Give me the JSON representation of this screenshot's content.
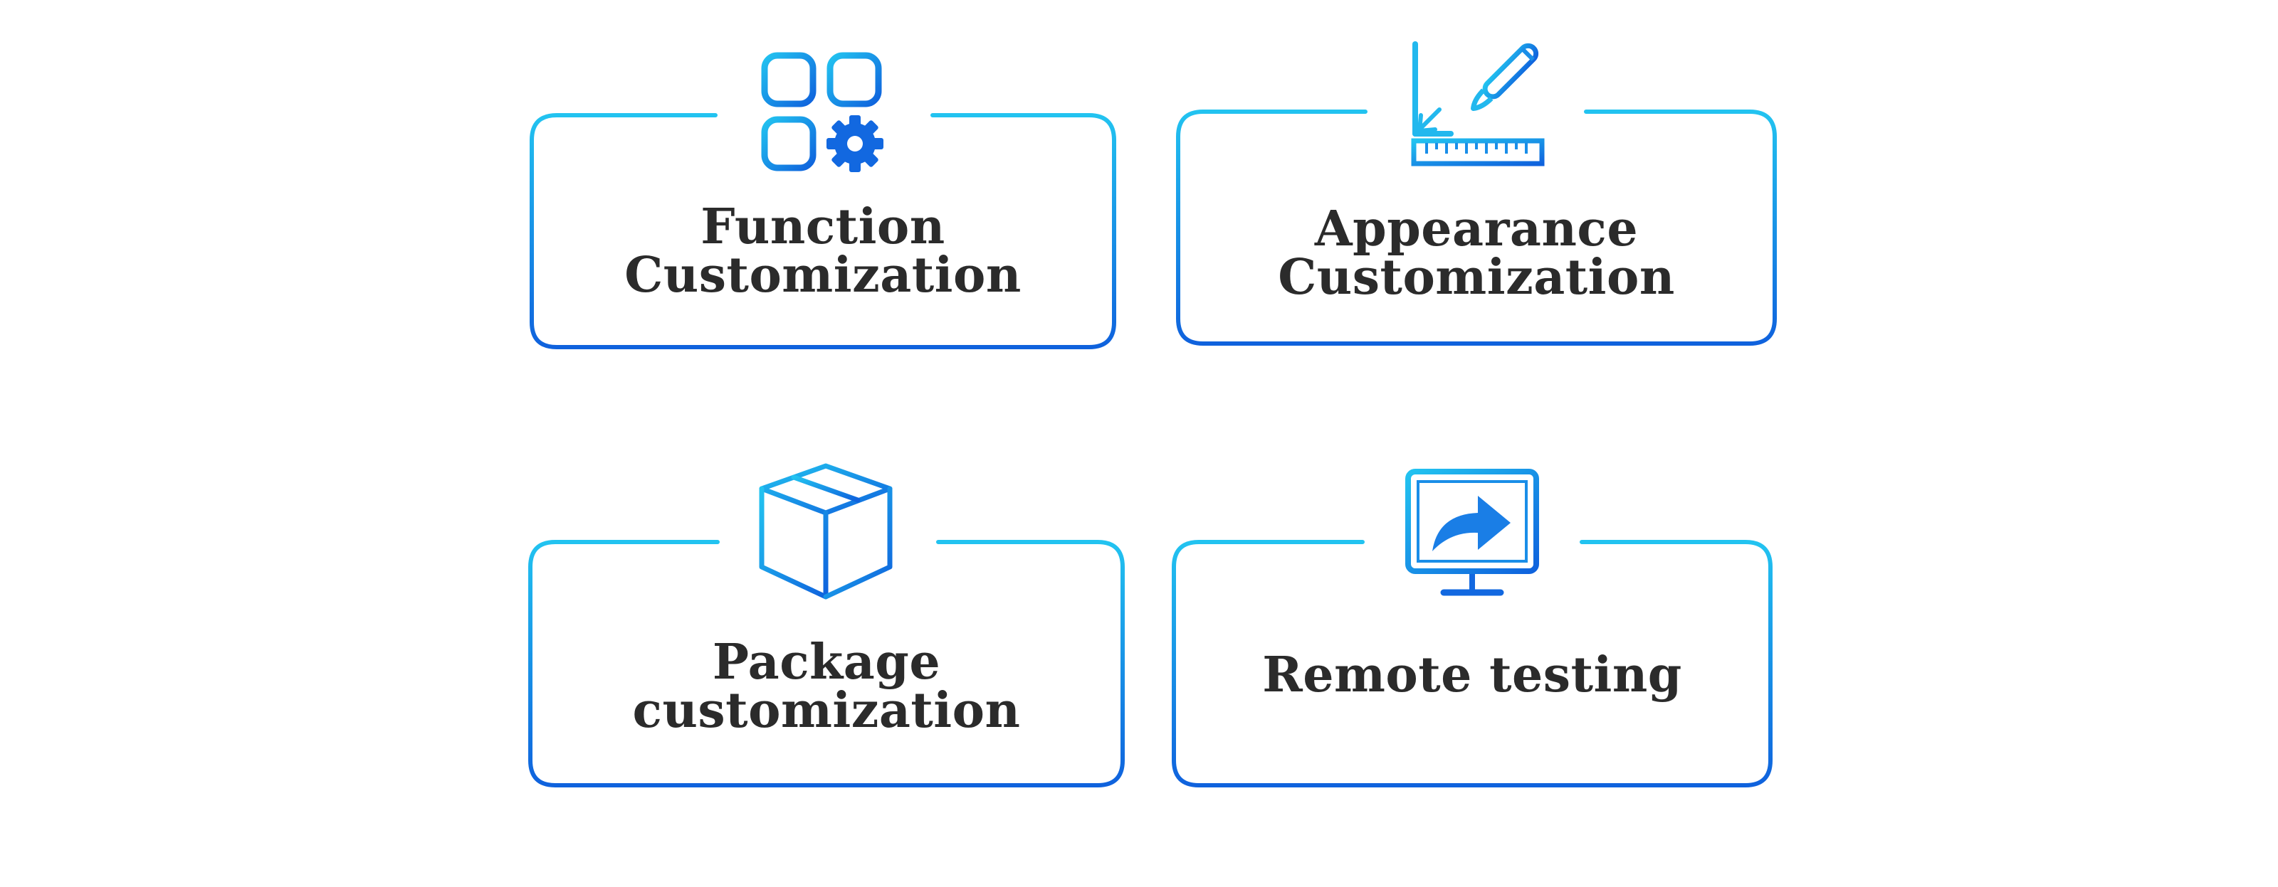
{
  "cards": [
    {
      "icon": "apps-gear-icon",
      "lines": [
        "Function",
        "Customization"
      ]
    },
    {
      "icon": "ruler-brush-icon",
      "lines": [
        "Appearance",
        "Customization"
      ]
    },
    {
      "icon": "package-box-icon",
      "lines": [
        "Package",
        "customization"
      ]
    },
    {
      "icon": "remote-monitor-icon",
      "lines": [
        "Remote testing"
      ]
    }
  ],
  "colors": {
    "gradient_top": "#22c3f0",
    "gradient_bottom": "#0f62dd",
    "text": "#2b2b2b",
    "background": "#ffffff"
  }
}
